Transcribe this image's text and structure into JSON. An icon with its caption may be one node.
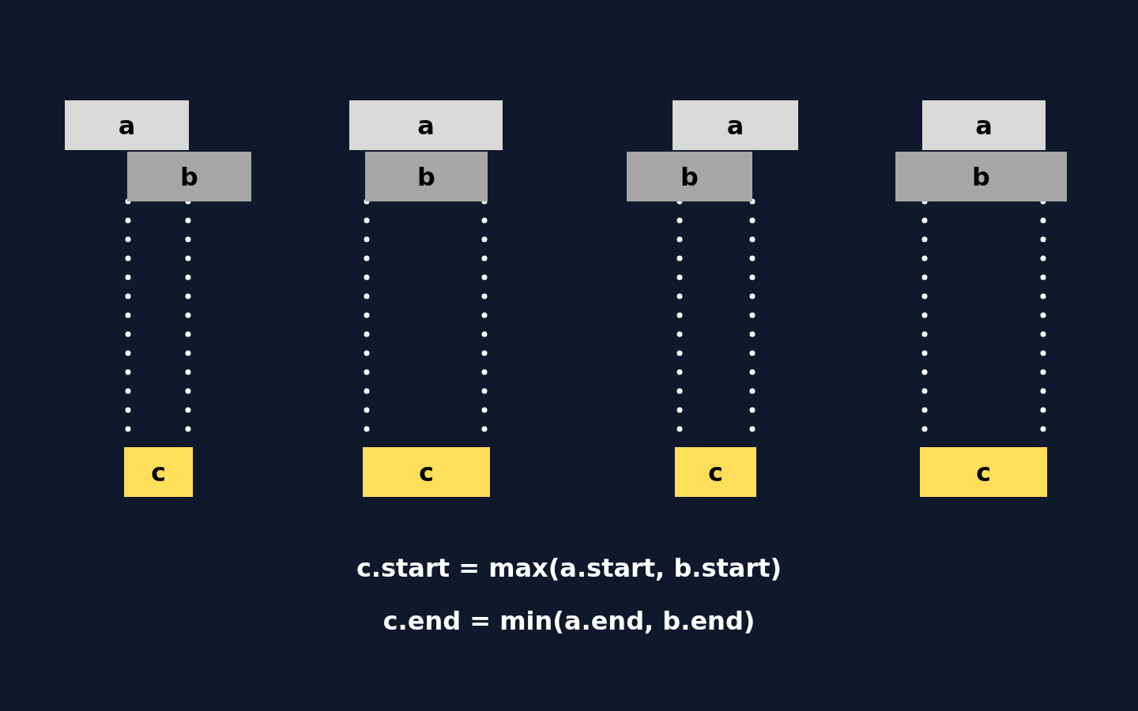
{
  "diagram": {
    "nodes": [
      {
        "text": [
          "a"
        ]
      },
      {
        "text": [
          "b"
        ]
      },
      {
        "text": [
          "c"
        ]
      },
      {
        "text": [
          "a"
        ]
      },
      {
        "text": [
          "b"
        ]
      },
      {
        "text": [
          "c"
        ]
      },
      {
        "text": [
          "a"
        ]
      },
      {
        "text": [
          "b"
        ]
      },
      {
        "text": [
          "c"
        ]
      },
      {
        "text": [
          "a"
        ]
      },
      {
        "text": [
          "b"
        ]
      },
      {
        "text": [
          "c"
        ]
      }
    ],
    "edges": [
      {
        "from": 1,
        "to": 2,
        "arrow": "none",
        "style": "dashed"
      },
      {
        "from": 1,
        "to": 2,
        "arrow": "none",
        "style": "dashed"
      },
      {
        "from": 4,
        "to": 5,
        "arrow": "none",
        "style": "dashed"
      },
      {
        "from": 4,
        "to": 5,
        "arrow": "none",
        "style": "dashed"
      },
      {
        "from": 7,
        "to": 8,
        "arrow": "none",
        "style": "dashed"
      },
      {
        "from": 7,
        "to": 8,
        "arrow": "none",
        "style": "dashed"
      },
      {
        "from": 10,
        "to": 11,
        "arrow": "none",
        "style": "dashed"
      },
      {
        "from": 10,
        "to": 11,
        "arrow": "none",
        "style": "dashed"
      }
    ],
    "labels": [
      "c.start = max(a.start, b.start)",
      "c.end = min(a.end, b.end)"
    ]
  }
}
